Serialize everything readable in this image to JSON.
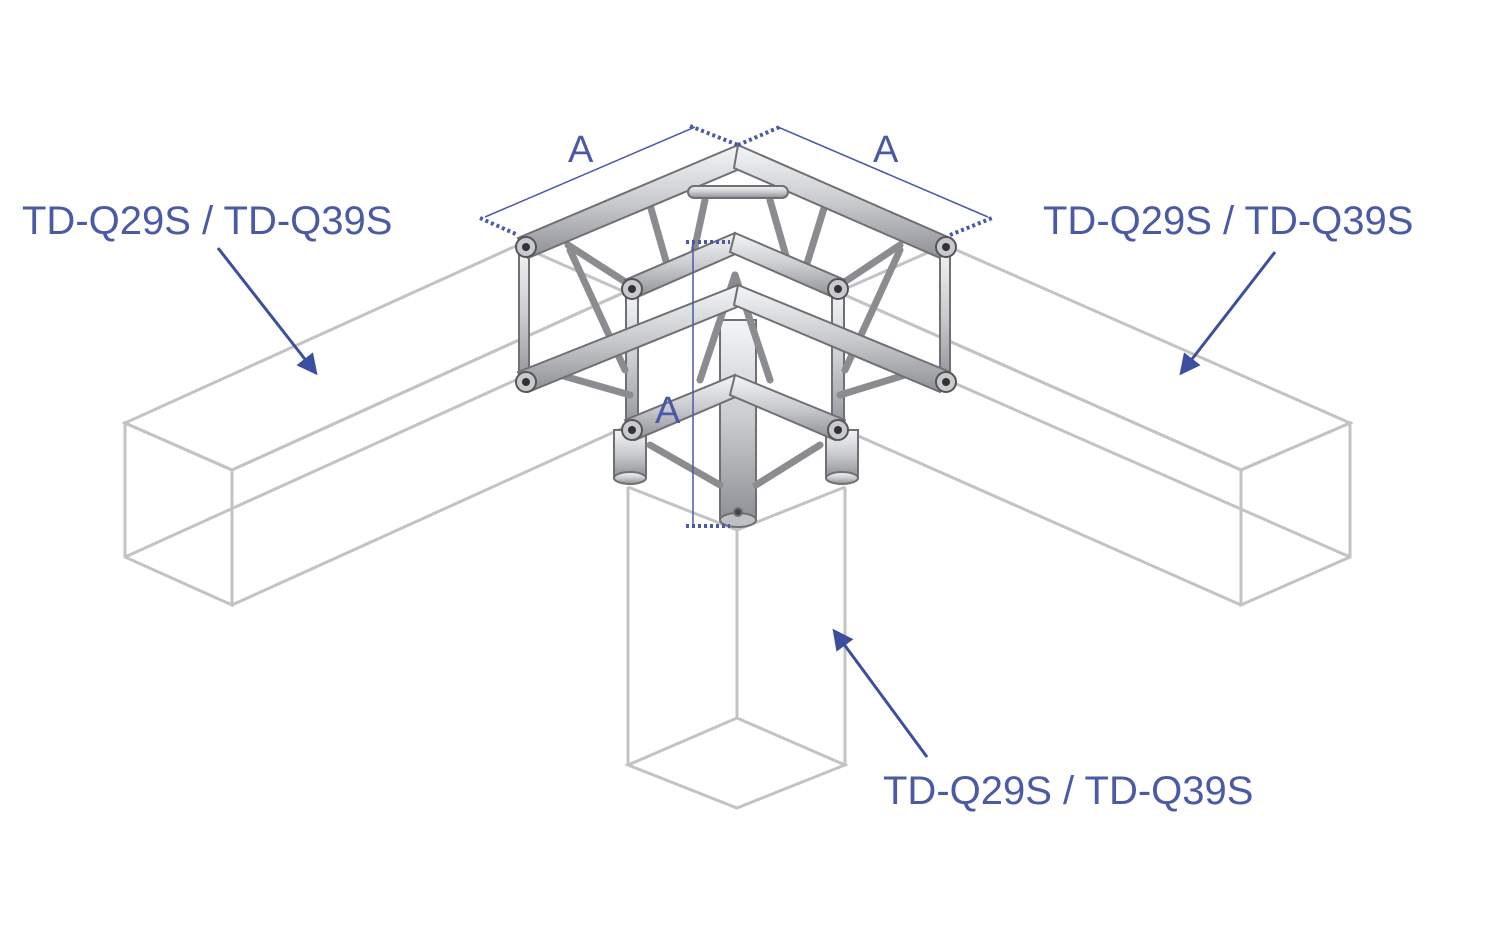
{
  "labels": {
    "left_truss": "TD-Q29S / TD-Q39S",
    "right_truss": "TD-Q29S / TD-Q39S",
    "bottom_truss": "TD-Q29S / TD-Q39S"
  },
  "dimensions": {
    "left_width": "A",
    "right_width": "A",
    "height": "A"
  },
  "colors": {
    "label_text": "#4a5aa6",
    "arrow": "#3b4f9e",
    "outline_box": "#c3c3c3",
    "tube_fill": "#d9dadc",
    "tube_stroke": "#6e7074",
    "dimension_line": "#4a5aa6"
  }
}
